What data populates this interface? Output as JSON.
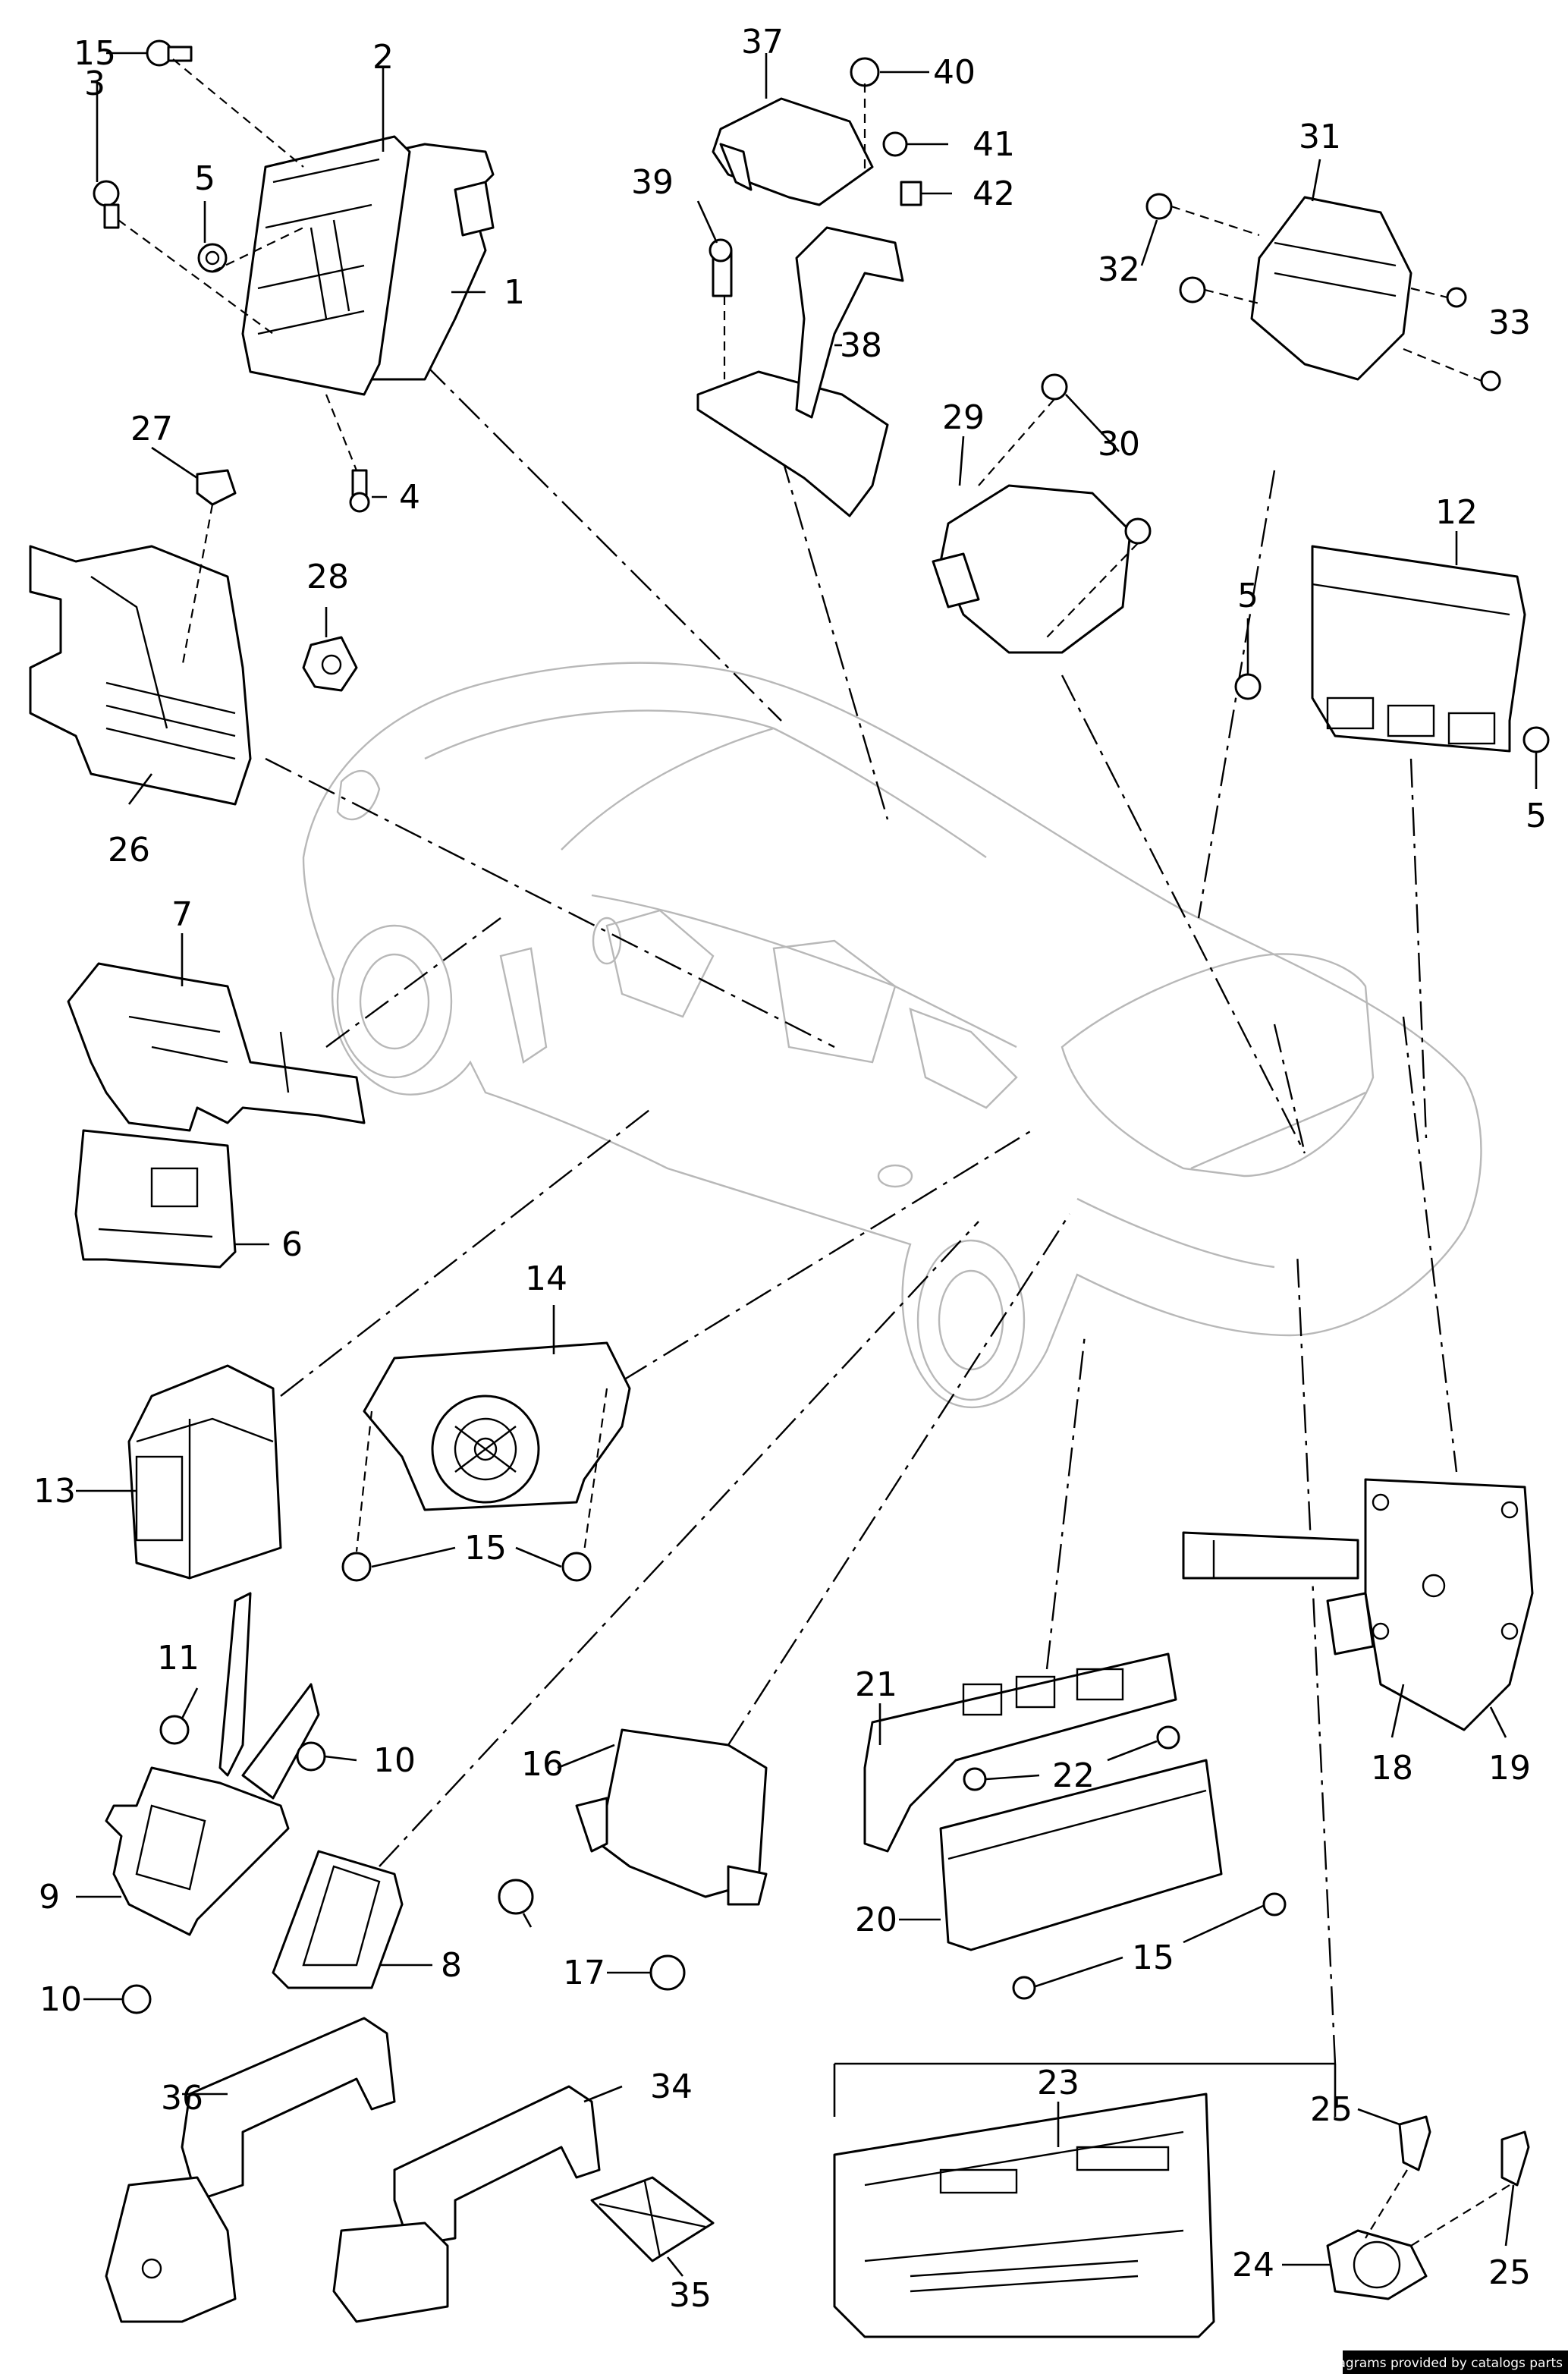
{
  "callouts": [
    "1",
    "2",
    "3",
    "4",
    "5",
    "5",
    "5",
    "6",
    "7",
    "8",
    "9",
    "10",
    "10",
    "11",
    "12",
    "13",
    "14",
    "15",
    "15",
    "16",
    "17",
    "18",
    "19",
    "20",
    "15",
    "21",
    "22",
    "23",
    "24",
    "25",
    "25",
    "26",
    "27",
    "28",
    "29",
    "30",
    "31",
    "32",
    "33",
    "34",
    "35",
    "36",
    "37",
    "38",
    "39",
    "40",
    "41",
    "42"
  ],
  "credit": "Diagrams provided by catalogs parts"
}
